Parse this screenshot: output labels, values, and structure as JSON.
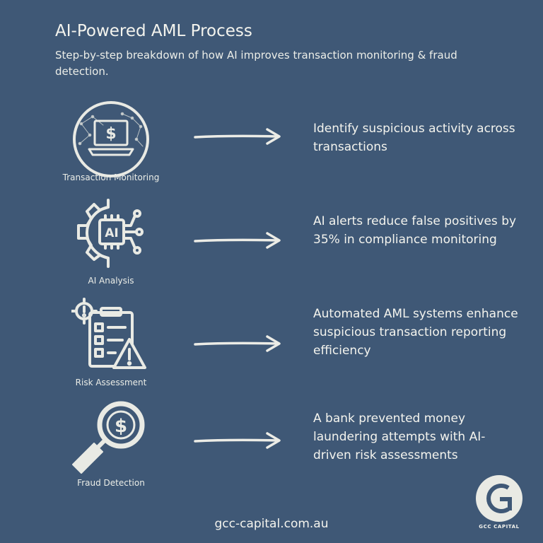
{
  "header": {
    "title": "AI-Powered AML Process",
    "subtitle": "Step-by-step breakdown of how AI improves transaction monitoring & fraud detection."
  },
  "steps": [
    {
      "label": "Transaction Monitoring",
      "icon": "laptop-dollar-icon",
      "description": "Identify suspicious activity across transactions"
    },
    {
      "label": "AI Analysis",
      "icon": "ai-chip-gear-icon",
      "description": "AI alerts reduce false positives by 35% in compliance monitoring"
    },
    {
      "label": "Risk Assessment",
      "icon": "checklist-warning-icon",
      "description": "Automated AML systems enhance suspicious transaction reporting efficiency"
    },
    {
      "label": "Fraud Detection",
      "icon": "magnifier-dollar-icon",
      "description": "A bank prevented money laundering attempts with AI-driven risk assessments"
    }
  ],
  "logo": {
    "text": "GCC CAPITAL"
  },
  "footer": {
    "url": "gcc-capital.com.au"
  },
  "colors": {
    "background": "#3f5876",
    "foreground": "#f1f1ea"
  }
}
